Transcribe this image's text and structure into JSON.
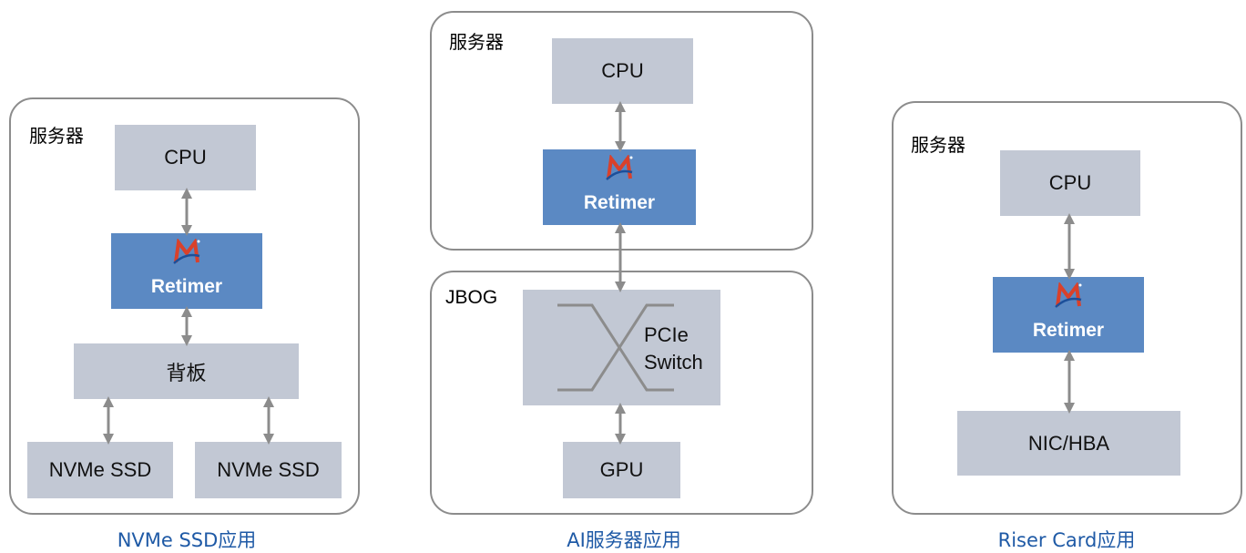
{
  "panels": [
    {
      "frame_label": "服务器",
      "cpu": "CPU",
      "retimer": "Retimer",
      "backplane": "背板",
      "ssd_left": "NVMe SSD",
      "ssd_right": "NVMe SSD",
      "caption": "NVMe SSD应用"
    },
    {
      "frame_label": "服务器",
      "cpu": "CPU",
      "retimer": "Retimer",
      "jbog_label": "JBOG",
      "switch_line1": "PCIe",
      "switch_line2": "Switch",
      "gpu": "GPU",
      "caption": "AI服务器应用"
    },
    {
      "frame_label": "服务器",
      "cpu": "CPU",
      "retimer": "Retimer",
      "nic": "NIC/HBA",
      "caption": "Riser Card应用"
    }
  ],
  "colors": {
    "box_fill": "#c2c8d4",
    "retimer_fill": "#5b89c3",
    "frame_border": "#8c8c8c",
    "caption_text": "#1f5aa6",
    "logo_red": "#d9412b",
    "logo_blue": "#1c4f9a"
  },
  "icons": [
    "retimer-logo-icon",
    "bidirectional-arrow-icon",
    "switch-crossbar-icon"
  ]
}
